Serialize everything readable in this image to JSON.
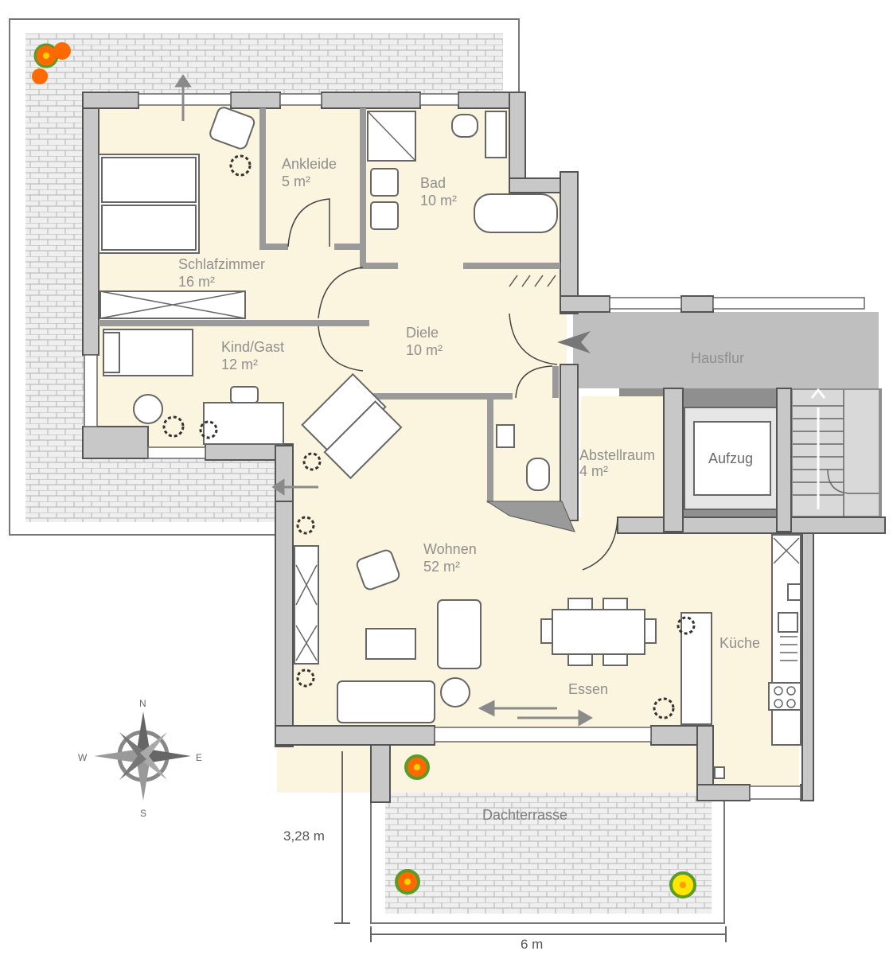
{
  "colors": {
    "floor": "#fbf4de",
    "terrace": "#e4e4e4",
    "wall_fill": "#c8c8c8",
    "wall_stroke": "#555555",
    "core_gray": "#8a8a8a",
    "hallway_gray": "#bfbfbf",
    "label_gray": "#8f8f8f"
  },
  "rooms": {
    "ankleide": {
      "name": "Ankleide",
      "area": "5 m²"
    },
    "bad": {
      "name": "Bad",
      "area": "10 m²"
    },
    "schlafzimmer": {
      "name": "Schlafzimmer",
      "area": "16 m²"
    },
    "kind_gast": {
      "name": "Kind/Gast",
      "area": "12 m²"
    },
    "diele": {
      "name": "Diele",
      "area": "10 m²"
    },
    "hausflur": {
      "name": "Hausflur"
    },
    "abstellraum": {
      "name": "Abstellraum",
      "area": "4 m²"
    },
    "aufzug": {
      "name": "Aufzug"
    },
    "wohnen": {
      "name": "Wohnen",
      "area": "52 m²"
    },
    "kueche": {
      "name": "Küche"
    },
    "essen": {
      "name": "Essen"
    },
    "dachterrasse": {
      "name": "Dachterrasse"
    }
  },
  "dimensions": {
    "height": "3,28 m",
    "width": "6 m"
  },
  "compass": {
    "n": "N",
    "s": "S",
    "e": "E",
    "w": "W"
  },
  "icons": [
    "compass-rose-icon",
    "flower-icon",
    "plant-icon",
    "arrow-icon"
  ]
}
